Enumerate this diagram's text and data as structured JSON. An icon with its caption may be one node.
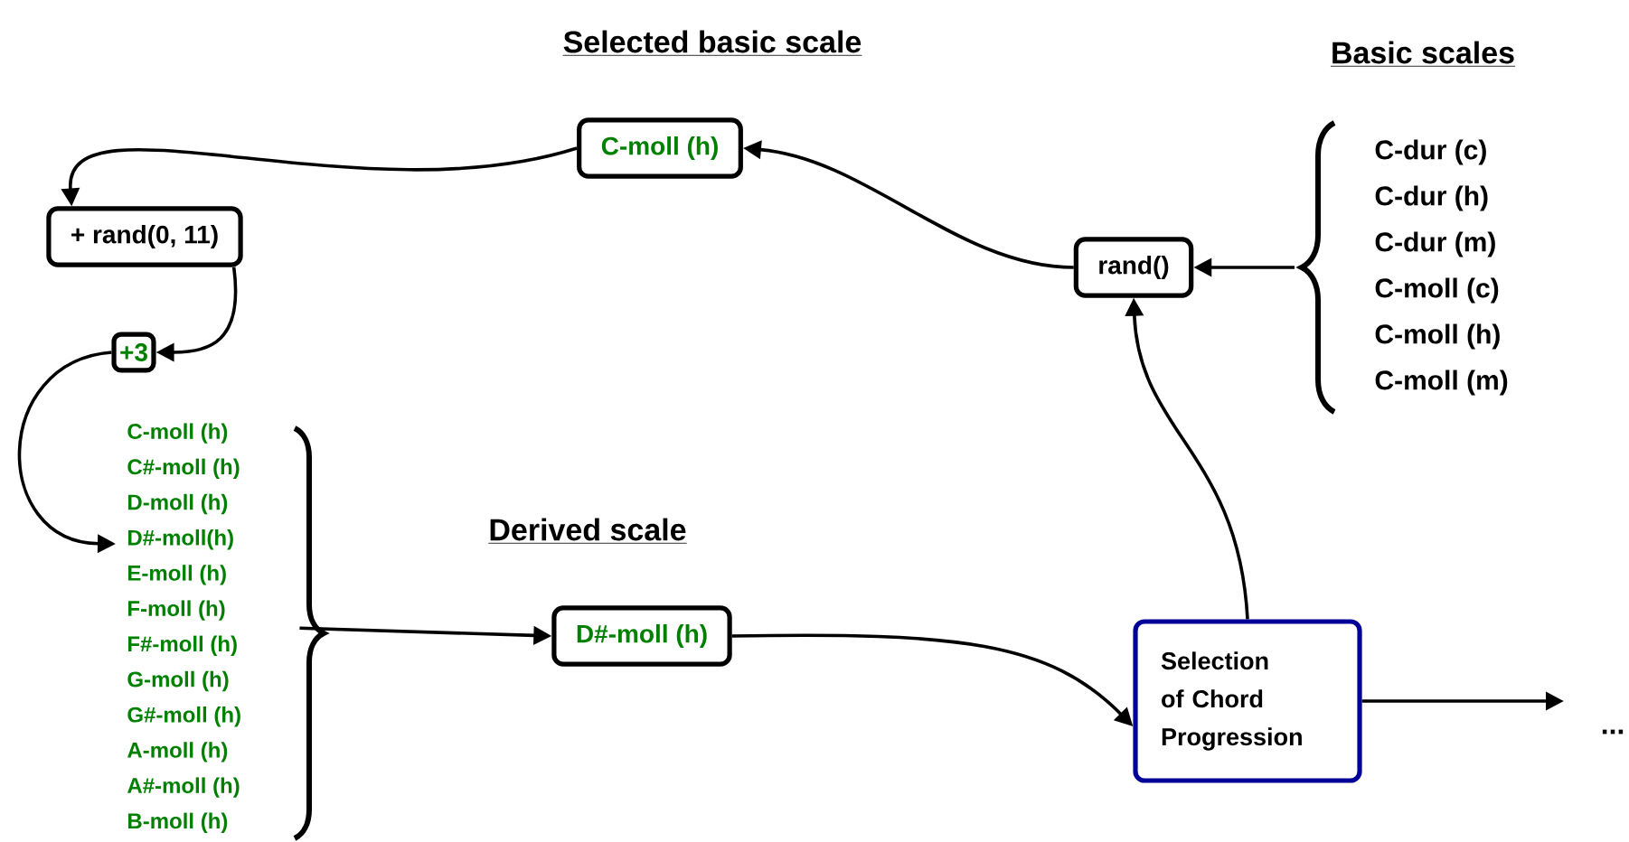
{
  "diagram": {
    "nodes": [
      {
        "text": [
          "C-moll (h)"
        ]
      },
      {
        "text": [
          "rand()"
        ]
      },
      {
        "text": [
          "C-dur  (c)",
          "C-dur  (h)",
          "C-dur  (m)",
          "C-moll (c)",
          "C-moll (h)",
          "C-moll (m)"
        ]
      },
      {
        "text": [
          "+ rand(0, 11)"
        ]
      },
      {
        "text": [
          "+3"
        ]
      },
      {
        "text": [
          "C-moll (h)",
          "C#-moll (h)",
          "D-moll (h)",
          "D#-moll(h)",
          "E-moll (h)",
          "F-moll (h)",
          "F#-moll (h)",
          "G-moll (h)",
          "G#-moll (h)",
          "A-moll (h)",
          "A#-moll (h)",
          "B-moll (h)"
        ]
      },
      {
        "text": [
          "D#-moll (h)"
        ]
      },
      {
        "text": [
          "Selection of Chord Progression"
        ]
      }
    ],
    "edges": [
      {
        "from": 2,
        "to": 1,
        "arrow": "to"
      },
      {
        "from": 1,
        "to": 0,
        "arrow": "to"
      },
      {
        "from": 0,
        "to": 3,
        "arrow": "to"
      },
      {
        "from": 3,
        "to": 4,
        "arrow": "to"
      },
      {
        "from": 4,
        "to": 5,
        "arrow": "to"
      },
      {
        "from": 5,
        "to": 6,
        "arrow": "to"
      },
      {
        "from": 6,
        "to": 7,
        "arrow": "to"
      },
      {
        "from": 7,
        "to": 1,
        "arrow": "to"
      },
      {
        "from": 7,
        "to": null,
        "arrow": "to"
      }
    ],
    "labels": [
      "Selected basic scale",
      "Basic scales",
      "Derived scale",
      "..."
    ]
  }
}
